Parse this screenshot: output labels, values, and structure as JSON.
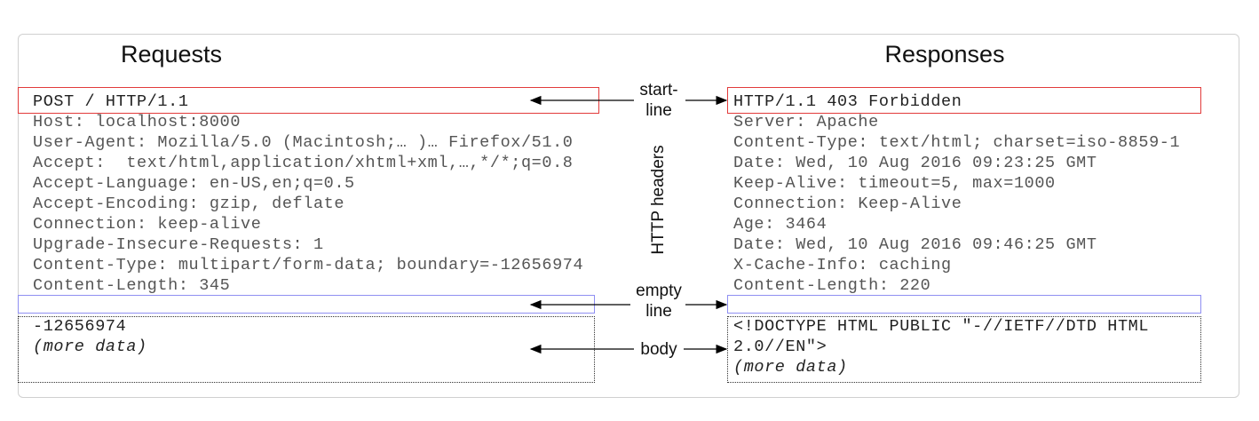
{
  "requests": {
    "title": "Requests",
    "start_line": "POST / HTTP/1.1",
    "headers": [
      "Host: localhost:8000",
      "User-Agent: Mozilla/5.0 (Macintosh;… )… Firefox/51.0",
      "Accept:  text/html,application/xhtml+xml,…,*/*;q=0.8",
      "Accept-Language: en-US,en;q=0.5",
      "Accept-Encoding: gzip, deflate",
      "Connection: keep-alive",
      "Upgrade-Insecure-Requests: 1",
      "Content-Type: multipart/form-data; boundary=-12656974",
      "Content-Length: 345"
    ],
    "body": [
      "-12656974",
      "(more data)"
    ]
  },
  "responses": {
    "title": "Responses",
    "start_line": "HTTP/1.1 403 Forbidden",
    "headers": [
      "Server: Apache",
      "Content-Type: text/html; charset=iso-8859-1",
      "Date: Wed, 10 Aug 2016 09:23:25 GMT",
      "Keep-Alive: timeout=5, max=1000",
      "Connection: Keep-Alive",
      "Age: 3464",
      "Date: Wed, 10 Aug 2016 09:46:25 GMT",
      "X-Cache-Info: caching",
      "Content-Length: 220"
    ],
    "body": [
      "<!DOCTYPE HTML PUBLIC \"-//IETF//DTD HTML",
      "2.0//EN\">",
      "(more data)"
    ]
  },
  "labels": {
    "start_line_1": "start-",
    "start_line_2": "line",
    "headers": "HTTP headers",
    "empty_1": "empty",
    "empty_2": "line",
    "body": "body"
  }
}
